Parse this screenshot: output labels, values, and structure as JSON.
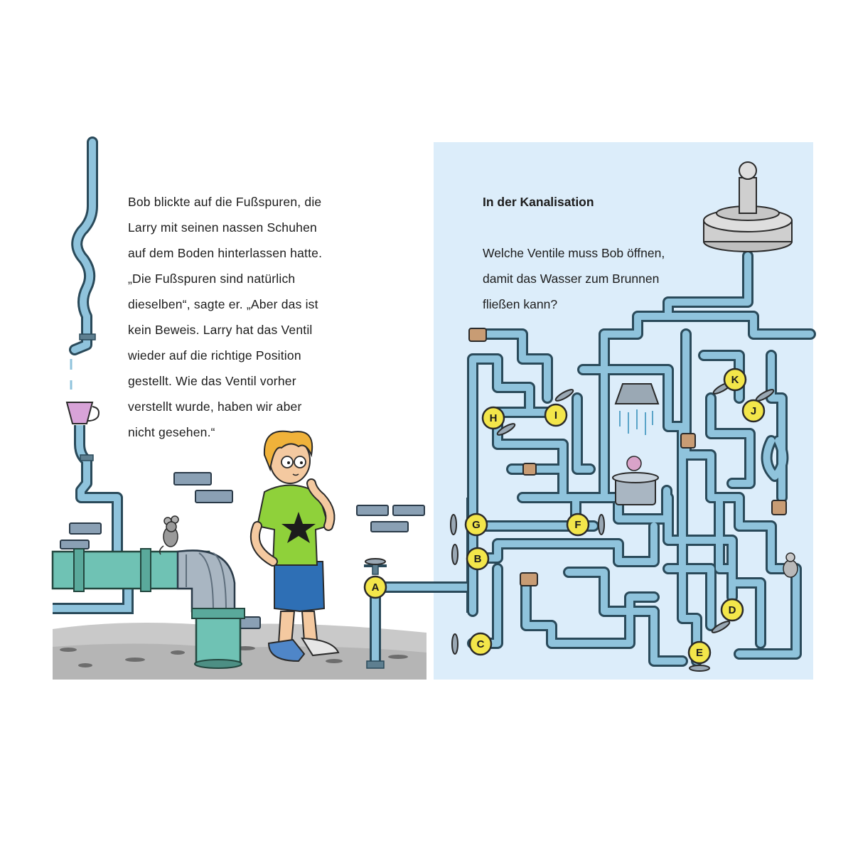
{
  "story": {
    "lines": [
      "Bob blickte auf die Fußspuren, die",
      "Larry mit seinen nassen Schuhen",
      "auf dem Boden hinterlassen hatte.",
      "„Die Fußspuren sind natürlich",
      "dieselben“, sagte er. „Aber das ist",
      "kein Beweis. Larry hat das Ventil",
      "wieder auf die richtige Position",
      "gestellt. Wie das Ventil vorher",
      "verstellt wurde, haben wir aber",
      "nicht gesehen.“"
    ]
  },
  "puzzle": {
    "title": "In der Kanalisation",
    "question_lines": [
      "Welche Ventile muss Bob öffnen,",
      "damit das Wasser zum Brunnen",
      "fließen kann?"
    ],
    "valves": [
      "A",
      "B",
      "C",
      "D",
      "E",
      "F",
      "G",
      "H",
      "I",
      "J",
      "K"
    ]
  },
  "colors": {
    "pipe": "#8fc3dc",
    "pipe_outline": "#2a4a5a",
    "puzzle_background": "#dcedfa",
    "valve_fill": "#f3e64a",
    "teal_pipe": "#6fc2b4",
    "shirt": "#8fd13a",
    "shorts": "#2e6fb5",
    "hair": "#f0b23a"
  },
  "icons": [
    "fountain-icon",
    "shower-head-icon",
    "cooking-pot-icon",
    "mouse-icon",
    "cup-icon",
    "star-icon",
    "valve-handle-icon",
    "cork-icon"
  ]
}
